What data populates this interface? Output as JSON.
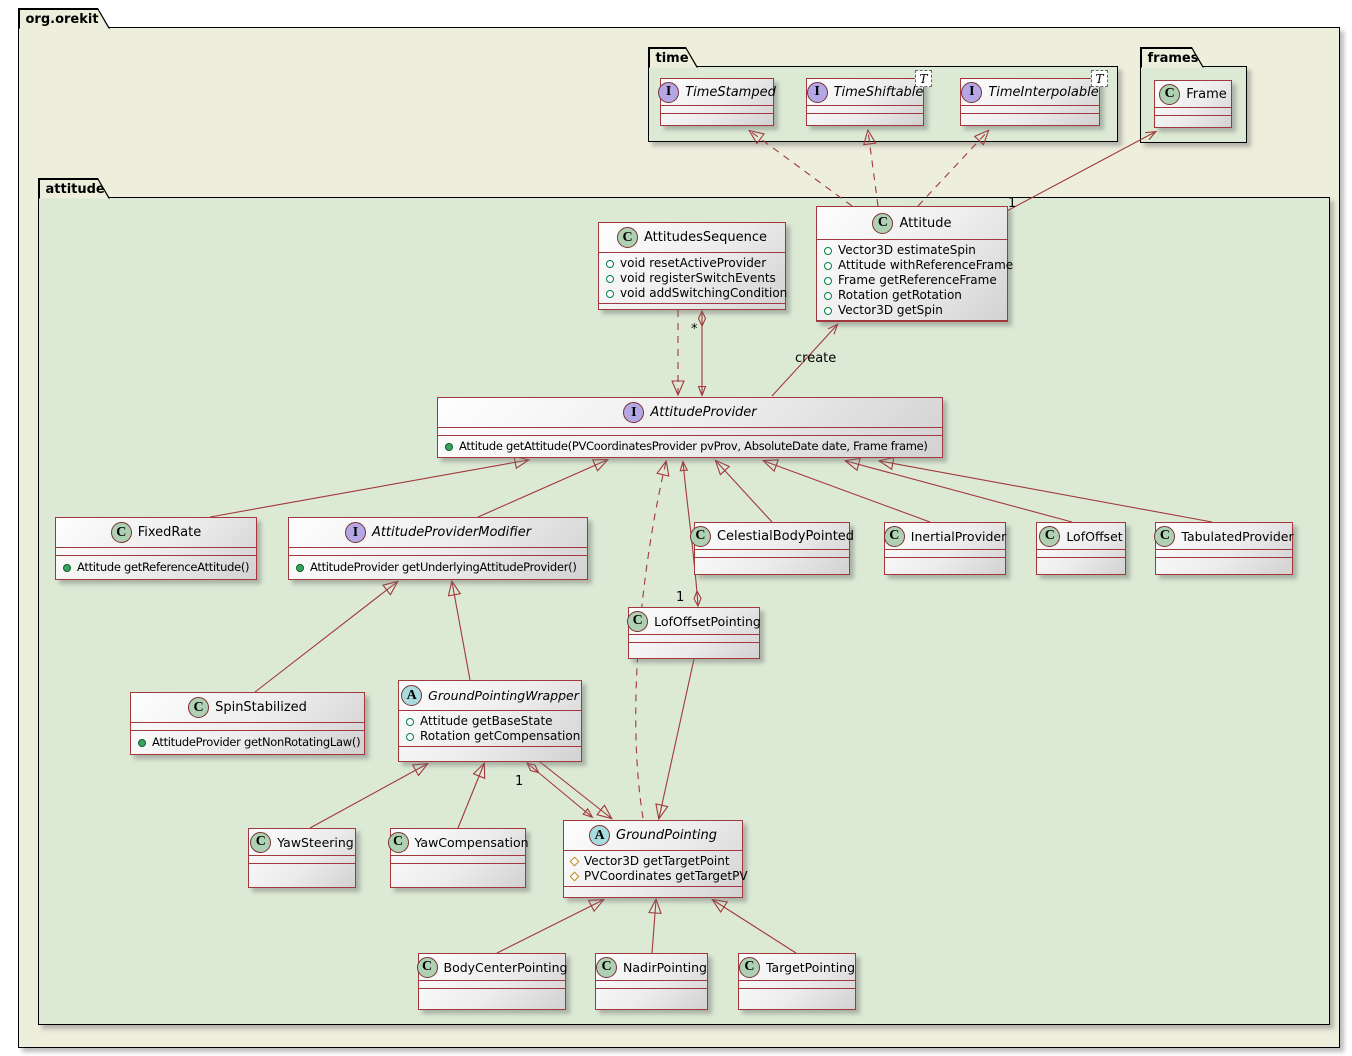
{
  "diagram": {
    "root_package": "org.orekit",
    "time_package": "time",
    "frames_package": "frames",
    "attitude_package": "attitude"
  },
  "classes": {
    "timestamped": {
      "kind": "I",
      "name": "TimeStamped"
    },
    "timeshiftable": {
      "kind": "I",
      "name": "TimeShiftable",
      "generic": "T"
    },
    "timeinterpolable": {
      "kind": "I",
      "name": "TimeInterpolable",
      "generic": "T"
    },
    "frame": {
      "kind": "C",
      "name": "Frame"
    },
    "attitudessequence": {
      "kind": "C",
      "name": "AttitudesSequence",
      "attrs": [
        "void resetActiveProvider",
        "void registerSwitchEvents",
        "void addSwitchingCondition"
      ]
    },
    "attitude": {
      "kind": "C",
      "name": "Attitude",
      "attrs": [
        "Vector3D estimateSpin",
        "Attitude withReferenceFrame",
        "Frame getReferenceFrame",
        "Rotation getRotation",
        "Vector3D getSpin"
      ]
    },
    "attitudeprovider": {
      "kind": "I",
      "name": "AttitudeProvider",
      "methods": [
        "Attitude getAttitude(PVCoordinatesProvider pvProv, AbsoluteDate date, Frame frame)"
      ]
    },
    "fixedrate": {
      "kind": "C",
      "name": "FixedRate",
      "methods": [
        "Attitude getReferenceAttitude()"
      ]
    },
    "attitudeprovidermodifier": {
      "kind": "I",
      "name": "AttitudeProviderModifier",
      "methods": [
        "AttitudeProvider getUnderlyingAttitudeProvider()"
      ]
    },
    "celestialbodypointed": {
      "kind": "C",
      "name": "CelestialBodyPointed"
    },
    "inertialprovider": {
      "kind": "C",
      "name": "InertialProvider"
    },
    "lofoffset": {
      "kind": "C",
      "name": "LofOffset"
    },
    "tabulatedprovider": {
      "kind": "C",
      "name": "TabulatedProvider"
    },
    "lofoffsetpointing": {
      "kind": "C",
      "name": "LofOffsetPointing"
    },
    "spinstabilized": {
      "kind": "C",
      "name": "SpinStabilized",
      "methods": [
        "AttitudeProvider getNonRotatingLaw()"
      ]
    },
    "groundpointingwrapper": {
      "kind": "A",
      "name": "GroundPointingWrapper",
      "attrs": [
        "Attitude getBaseState",
        "Rotation getCompensation"
      ]
    },
    "yawsteering": {
      "kind": "C",
      "name": "YawSteering"
    },
    "yawcompensation": {
      "kind": "C",
      "name": "YawCompensation"
    },
    "groundpointing": {
      "kind": "A",
      "name": "GroundPointing",
      "attrs": [
        "Vector3D getTargetPoint",
        "PVCoordinates getTargetPV"
      ]
    },
    "bodycenterpointing": {
      "kind": "C",
      "name": "BodyCenterPointing"
    },
    "nadirpointing": {
      "kind": "C",
      "name": "NadirPointing"
    },
    "targetpointing": {
      "kind": "C",
      "name": "TargetPointing"
    }
  },
  "edge_labels": {
    "create": "create",
    "attitude_frame_mult": "1",
    "sequence_provider_mult": "*",
    "lofoffsetpointing_provider_mult": "1",
    "wrapper_groundpointing_mult": "1"
  },
  "colors": {
    "root_package_fill": "#EEEEDD",
    "inner_package_fill": "#DCEAD5",
    "node_border": "#A2383B",
    "class_circle": "#ADD1B2",
    "interface_circle": "#B4A7E5",
    "abstract_circle": "#A9DCDF"
  }
}
